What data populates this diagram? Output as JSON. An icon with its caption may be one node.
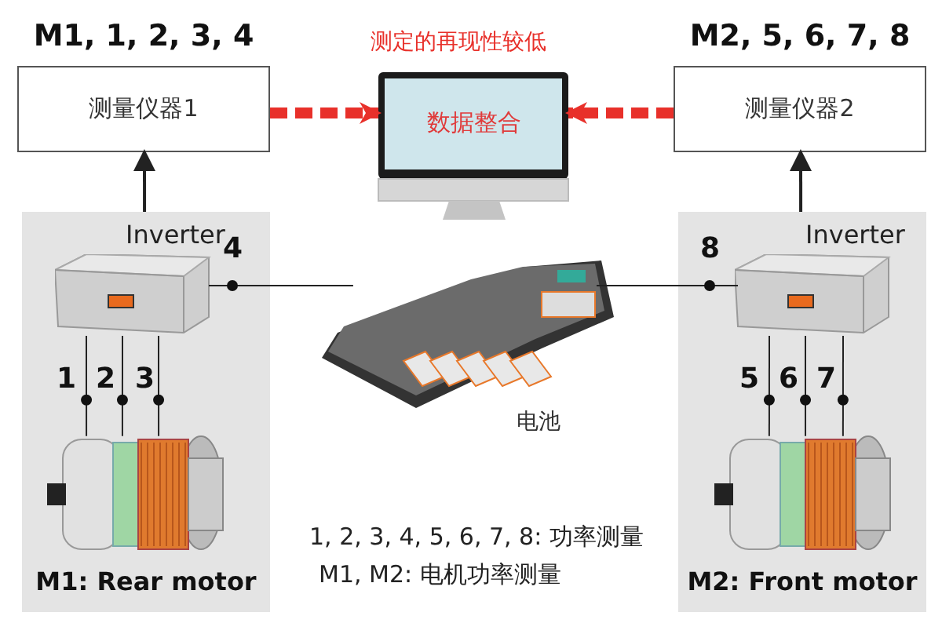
{
  "diagram": {
    "nodes": [
      {
        "text": [
          "M1, 1, 2, 3, 4",
          "测量仪器1"
        ]
      },
      {
        "text": [
          "数据整合"
        ],
        "beside": [
          "测定的再现性较低"
        ]
      },
      {
        "text": [
          "M2, 5, 6, 7, 8",
          "测量仪器2"
        ]
      },
      {
        "text": [
          "M1: Rear motor"
        ]
      },
      {
        "text": [],
        "shape": "picture",
        "in": 3,
        "beside": [
          "Inverter"
        ]
      },
      {
        "text": [],
        "shape": "picture",
        "in": 3
      },
      {
        "text": [],
        "shape": "picture",
        "beside": [
          "电池"
        ]
      },
      {
        "text": [
          "M2: Front motor"
        ]
      },
      {
        "text": [],
        "shape": "picture",
        "in": 7,
        "beside": [
          "Inverter"
        ]
      },
      {
        "text": [],
        "shape": "picture",
        "in": 7
      }
    ],
    "edges": [
      {
        "from": 0,
        "to": 1,
        "arrow": "to",
        "style": "dashed",
        "color": "#e8302a"
      },
      {
        "from": 2,
        "to": 1,
        "arrow": "to",
        "style": "dashed",
        "color": "#e8302a"
      },
      {
        "from": 3,
        "to": 0,
        "arrow": "to"
      },
      {
        "from": 7,
        "to": 2,
        "arrow": "to"
      },
      {
        "from": 4,
        "to": 6,
        "arrow": "none",
        "label": "4"
      },
      {
        "from": 8,
        "to": 6,
        "arrow": "none",
        "label": "8"
      },
      {
        "from": 4,
        "to": 5,
        "arrow": "none",
        "label": "1"
      },
      {
        "from": 4,
        "to": 5,
        "arrow": "none",
        "label": "2"
      },
      {
        "from": 4,
        "to": 5,
        "arrow": "none",
        "label": "3"
      },
      {
        "from": 8,
        "to": 9,
        "arrow": "none",
        "label": "5"
      },
      {
        "from": 8,
        "to": 9,
        "arrow": "none",
        "label": "6"
      },
      {
        "from": 8,
        "to": 9,
        "arrow": "none",
        "label": "7"
      }
    ],
    "labels": [
      "1, 2, 3, 4, 5, 6, 7, 8: 功率测量",
      "M1, M2: 电机功率测量"
    ]
  }
}
